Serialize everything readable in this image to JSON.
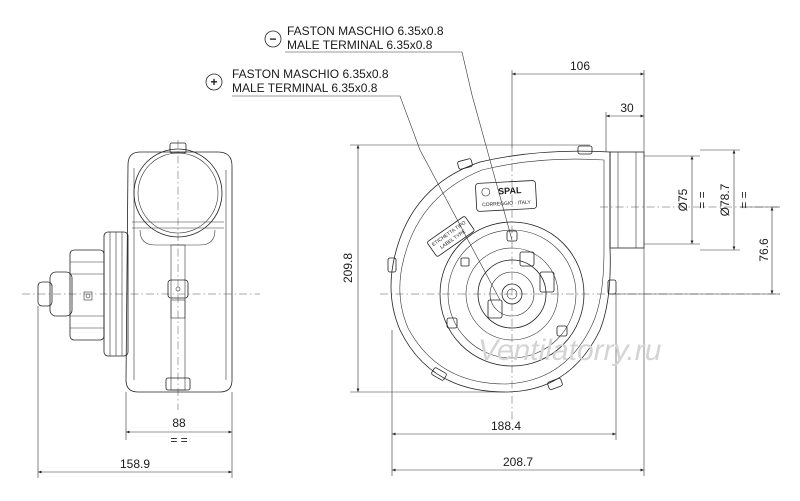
{
  "terminals": {
    "negative": {
      "symbol": "−",
      "line1": "FASTON MASCHIO 6.35x0.8",
      "line2": "MALE TERMINAL 6.35x0.8"
    },
    "positive": {
      "symbol": "+",
      "line1": "FASTON MASCHIO 6.35x0.8",
      "line2": "MALE TERMINAL 6.35x0.8"
    }
  },
  "dimensions": {
    "top_width": "106",
    "outlet_depth": "30",
    "height": "209.8",
    "bore_75": "Ø75",
    "bore_78_7": "Ø78.7",
    "outlet_offset": "76.6",
    "side_width": "88",
    "side_overall": "158.9",
    "width_188": "188.4",
    "width_208": "208.7",
    "equal_mark": "= ="
  },
  "labels": {
    "brand": "SPAL",
    "brand_sub": "CORREGGIO · ITALY",
    "sticker_line1": "ETICHETTA TIPO",
    "sticker_line2": "LABEL TYPE"
  },
  "watermark": "Ventilatorry.ru",
  "colors": {
    "line": "#222222",
    "background": "#ffffff",
    "watermark": "#d4d4d4"
  }
}
